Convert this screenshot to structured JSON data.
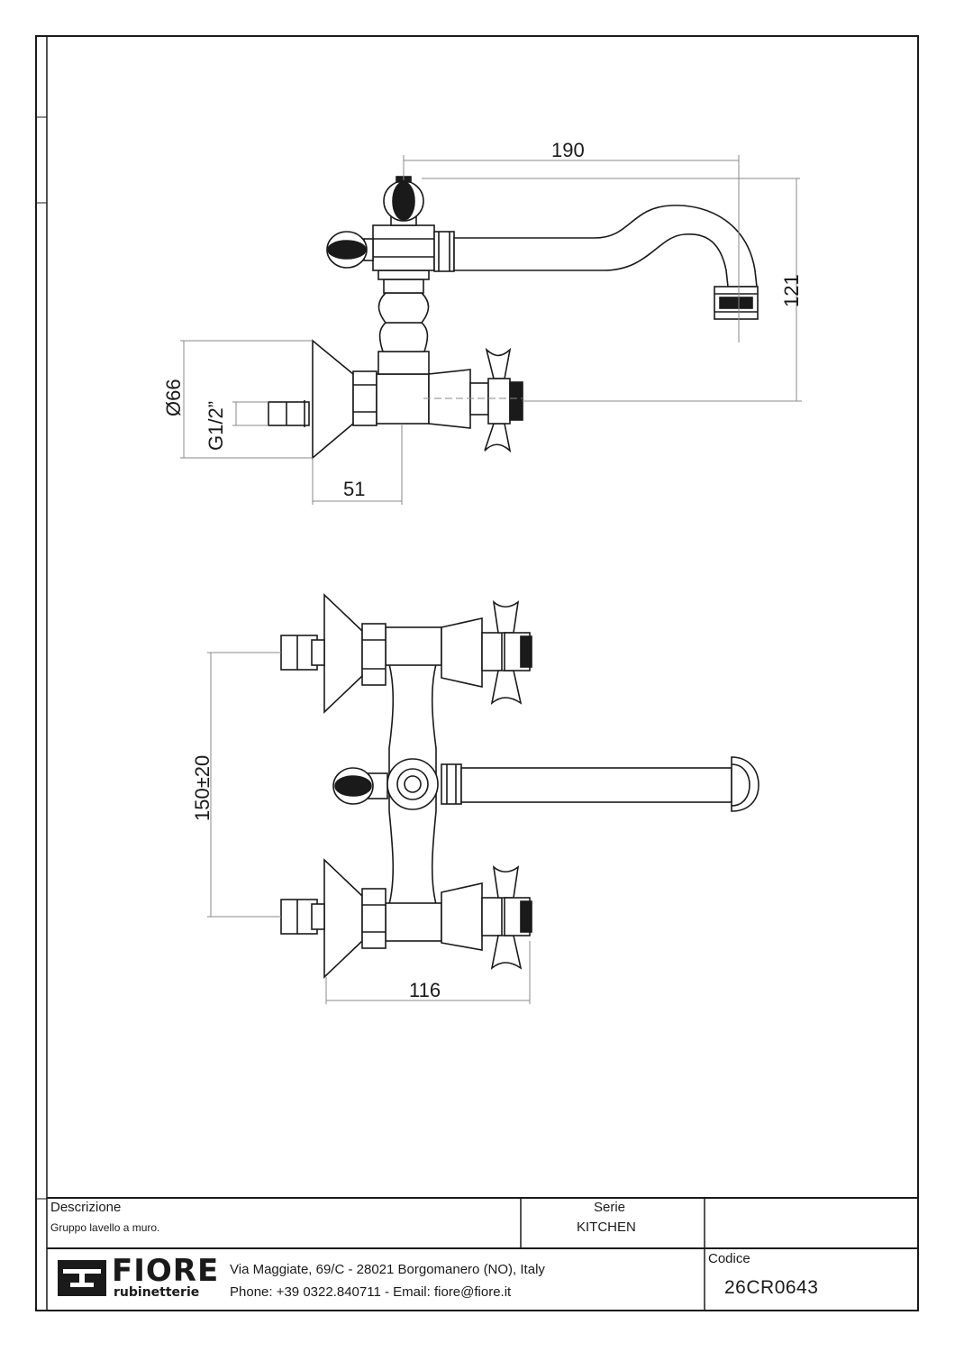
{
  "dimensions": {
    "top_width": "190",
    "spout_height": "121",
    "flange_diameter": "Ø66",
    "thread": "G1/2”",
    "wall_depth": "51",
    "centers": "150±20",
    "body_width": "116"
  },
  "title_block": {
    "descrizione_label": "Descrizione",
    "descrizione_value": "Gruppo lavello a muro.",
    "serie_label": "Serie",
    "serie_value": "KITCHEN",
    "codice_label": "Codice",
    "codice_value": "26CR0643",
    "address": "Via Maggiate, 69/C - 28021 Borgomanero (NO), Italy",
    "contact": "Phone: +39 0322.840711 - Email: fiore@fiore.it"
  },
  "logo": {
    "word": "FIORE",
    "sub": "rubinetterie"
  },
  "colors": {
    "ink": "#1a1a1a",
    "paper": "#ffffff"
  }
}
